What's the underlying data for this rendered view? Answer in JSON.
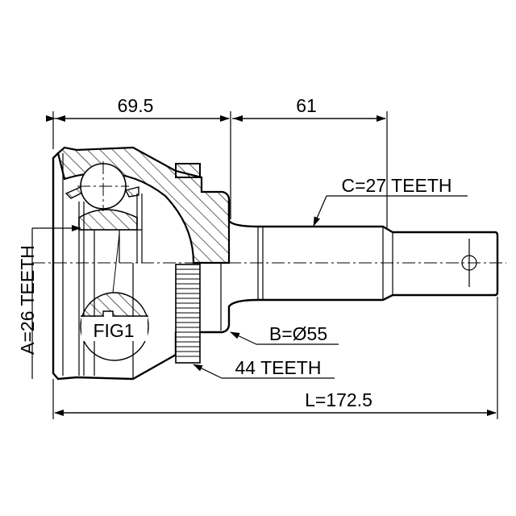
{
  "drawing": {
    "dimensions": {
      "housing_length": "69.5",
      "shaft_length": "61",
      "total_length": "L=172.5"
    },
    "callouts": {
      "inner_spline": "A=26 TEETH",
      "outer_spline": "C=27 TEETH",
      "seal_diameter": "B=Ø55",
      "abs_ring": "44 TEETH",
      "detail": "FIG1"
    },
    "colors": {
      "line": "#000000",
      "background": "#ffffff"
    }
  }
}
